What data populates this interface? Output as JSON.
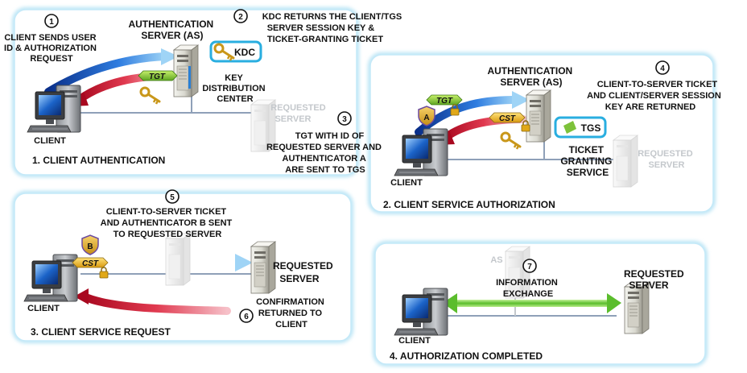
{
  "colors": {
    "panel_border": "#a9dcf0",
    "panel_fill": "#ffffff",
    "request_arrow": "#1f5fd6",
    "return_arrow": "#d9263a",
    "exchange_arrow": "#62c23a",
    "ticket_green": "#8bc53f",
    "ticket_gold": "#e8b21f",
    "shield_purple": "#6b4aa0",
    "kdc_border": "#29aee0",
    "ghost_text": "#c4c8cc"
  },
  "panel1": {
    "title": "1. CLIENT AUTHENTICATION",
    "step1_num": "1",
    "step1_lines": [
      "CLIENT SENDS USER",
      "ID & AUTHORIZATION",
      "REQUEST"
    ],
    "as_lines": [
      "AUTHENTICATION",
      "SERVER (AS)"
    ],
    "step2_num": "2",
    "step2_lines": [
      "KDC RETURNS THE CLIENT/TGS",
      "SERVER SESSION KEY &",
      "TICKET-GRANTING TICKET"
    ],
    "kdc_label": "KDC",
    "kdc_lines": [
      "KEY",
      "DISTRIBUTION",
      "CENTER"
    ],
    "tgt_label": "TGT",
    "ghost_server_lines": [
      "REQUESTED",
      "SERVER"
    ],
    "client_label": "CLIENT",
    "step3_num": "3",
    "step3_lines": [
      "TGT WITH ID OF",
      "REQUESTED SERVER AND",
      "AUTHENTICATOR A",
      "ARE SENT TO TGS"
    ]
  },
  "panel2": {
    "title": "2. CLIENT SERVICE AUTHORIZATION",
    "as_lines": [
      "AUTHENTICATION",
      "SERVER (AS)"
    ],
    "step4_num": "4",
    "step4_lines": [
      "CLIENT-TO-SERVER TICKET",
      "AND CLIENT/SERVER SESSION",
      "KEY ARE RETURNED"
    ],
    "tgt_label": "TGT",
    "shield_label": "A",
    "cst_label": "CST",
    "tgs_label": "TGS",
    "tgs_lines": [
      "TICKET",
      "GRANTING",
      "SERVICE"
    ],
    "ghost_server_lines": [
      "REQUESTED",
      "SERVER"
    ],
    "client_label": "CLIENT"
  },
  "panel3": {
    "title": "3. CLIENT SERVICE REQUEST",
    "step5_num": "5",
    "step5_lines": [
      "CLIENT-TO-SERVER TICKET",
      "AND AUTHENTICATOR B SENT",
      "TO REQUESTED SERVER"
    ],
    "shield_label": "B",
    "cst_label": "CST",
    "server_lines": [
      "REQUESTED",
      "SERVER"
    ],
    "client_label": "CLIENT",
    "step6_num": "6",
    "step6_lines": [
      "CONFIRMATION",
      "RETURNED TO",
      "CLIENT"
    ]
  },
  "panel4": {
    "title": "4. AUTHORIZATION COMPLETED",
    "ghost_as": "AS",
    "step7_num": "7",
    "step7_lines": [
      "INFORMATION",
      "EXCHANGE"
    ],
    "server_lines": [
      "REQUESTED",
      "SERVER"
    ],
    "client_label": "CLIENT"
  }
}
